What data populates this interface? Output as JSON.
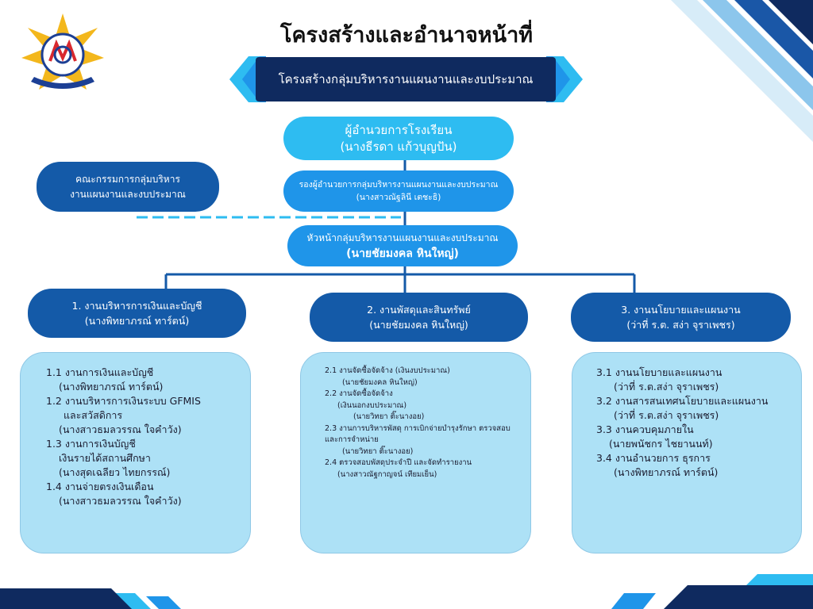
{
  "page_title": "โครงสร้างและอำนาจหน้าที่",
  "subtitle": "โครงสร้างกลุ่มบริหารงานแผนงานและงบประมาณ",
  "logo": {
    "icon": "school-emblem-icon",
    "colors": {
      "gold": "#f3b71c",
      "red": "#d9282e",
      "blue": "#1c3f94"
    }
  },
  "colors": {
    "navy": "#0f2a5f",
    "accent": "#2ebcf1",
    "mid_blue": "#1f95e9",
    "dark_blue": "#145aa8",
    "panel": "#ade1f6"
  },
  "director": {
    "title": "ผู้อำนวยการโรงเรียน",
    "name": "(นางธีรดา แก้วบุญปัน)"
  },
  "deputy": {
    "title": "รองผู้อำนวยการกลุ่มบริหารงานแผนงานและงบประมาณ",
    "name": "(นางสาวณัฐลินี เตชะธิ)"
  },
  "committee": {
    "line1": "คณะกรรมการกลุ่มบริหาร",
    "line2": "งานแผนงานและงบประมาณ"
  },
  "head": {
    "title": "หัวหน้ากลุ่มบริหารงานแผนงานและงบประมาณ",
    "name": "(นายชัยมงคล หินใหญ่)"
  },
  "departments": [
    {
      "title": "1. งานบริหารการเงินและบัญชี",
      "person": "(นางพิทยาภรณ์ ทาร์ตน์)",
      "tasks": [
        "1.1 งานการเงินและบัญชี",
        "(นางพิทยาภรณ์ ทาร์ตน์)",
        "1.2 งานบริหารการเงินระบบ GFMIS",
        "และสวัสดิการ",
        "(นางสาวธมลวรรณ ใจคำวัง)",
        "1.3 งานการเงินบัญชี",
        "เงินรายได้สถานศึกษา",
        "(นางสุดเฉลียว ไทยกรรณ์)",
        "1.4 งานจ่ายตรงเงินเดือน",
        "(นางสาวธมลวรรณ ใจคำวัง)"
      ]
    },
    {
      "title": "2. งานพัสดุและสินทรัพย์",
      "person": "(นายชัยมงคล หินใหญ่)",
      "tasks": [
        "2.1 งานจัดซื้อจัดจ้าง (เงินงบประมาณ)",
        "(นายชัยมงคล หินใหญ่)",
        "2.2 งานจัดซื้อจัดจ้าง",
        "(เงินนอกงบประมาณ)",
        "(นายวิทยา ติ๊ะนางอย)",
        "2.3 งานการบริหารพัสดุ การเบิกจ่ายบำรุงรักษา ตรวจสอบ และการจำหน่าย",
        "(นายวิทยา ติ๊ะนางอย)",
        "2.4 ตรวจสอบพัสดุประจำปี และจัดทำรายงาน",
        "(นางสาวณัฐกาญจน์ เทียมเย็น)"
      ]
    },
    {
      "title": "3. งานนโยบายและแผนงาน",
      "person": "(ว่าที่ ร.ต. สง่า จุราเพชร)",
      "tasks": [
        "3.1 งานนโยบายและแผนงาน",
        "(ว่าที่ ร.ต.สง่า จุราเพชร)",
        "3.2 งานสารสนเทศนโยบายและแผนงาน",
        "(ว่าที่ ร.ต.สง่า จุราเพชร)",
        "3.3 งานควบคุมภายใน",
        "(นายพนัชกร ไชยานนท์)",
        "3.4 งานอำนวยการ ธุรการ",
        "(นางพิทยาภรณ์ ทาร์ตน์)"
      ]
    }
  ]
}
